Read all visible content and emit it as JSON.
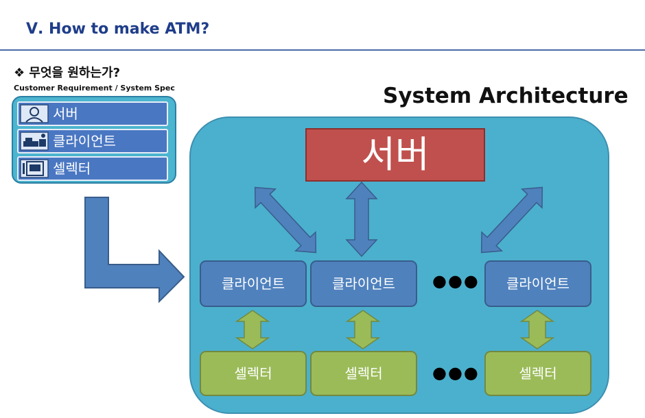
{
  "slide": {
    "title": "Ⅴ. How to make ATM?"
  },
  "section": {
    "heading": "❖ 무엇을 원하는가?",
    "caption": "Customer Requirement / System Spec"
  },
  "spec_panel": {
    "items": [
      {
        "label": "서버",
        "icon": "server-user-icon"
      },
      {
        "label": "클라이언트",
        "icon": "client-terminal-icon"
      },
      {
        "label": "셀렉터",
        "icon": "selector-device-icon"
      }
    ]
  },
  "architecture": {
    "title": "System Architecture",
    "server_label": "서버",
    "clients": [
      "클라이언트",
      "클라이언트",
      "클라이언트"
    ],
    "selectors": [
      "셀렉터",
      "셀렉터",
      "셀렉터"
    ],
    "ellipsis": "●●●"
  },
  "colors": {
    "panel": "#4bb0cd",
    "server": "#c0504d",
    "client": "#4f81bd",
    "selector": "#9bbb59",
    "title": "#1f3d8a"
  }
}
